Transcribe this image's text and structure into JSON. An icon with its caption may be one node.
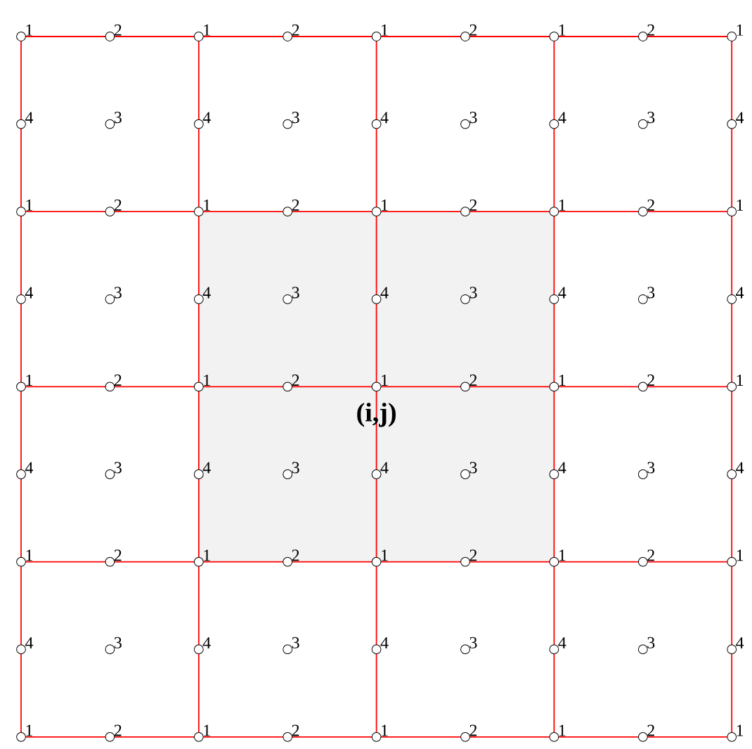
{
  "diagram": {
    "labels": [
      "1",
      "2",
      "1",
      "2",
      "1",
      "2",
      "1",
      "2",
      "1",
      "4",
      "3",
      "4",
      "3",
      "4",
      "3",
      "4",
      "3",
      "4",
      "1",
      "2",
      "1",
      "2",
      "1",
      "2",
      "1",
      "2",
      "1",
      "4",
      "3",
      "4",
      "3",
      "4",
      "3",
      "4",
      "3",
      "4",
      "1",
      "2",
      "1",
      "2",
      "1",
      "2",
      "1",
      "2",
      "1",
      "4",
      "3",
      "4",
      "3",
      "4",
      "3",
      "4",
      "3",
      "4",
      "1",
      "2",
      "1",
      "2",
      "1",
      "2",
      "1",
      "2",
      "1",
      "4",
      "3",
      "4",
      "3",
      "4",
      "3",
      "4",
      "3",
      "4",
      "1",
      "2",
      "1",
      "2",
      "1",
      "2",
      "1",
      "2",
      "1",
      "(i,j)"
    ]
  }
}
